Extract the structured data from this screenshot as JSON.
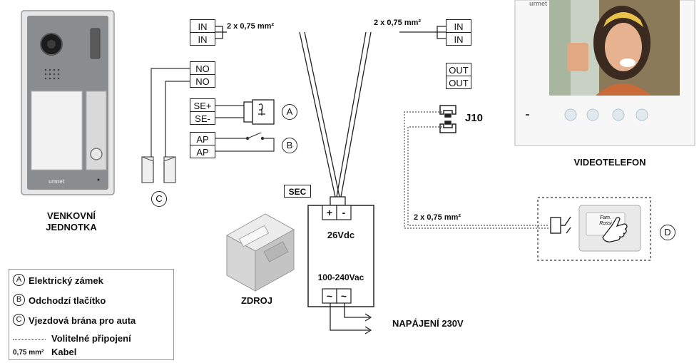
{
  "outdoor_unit": {
    "brand": "urmet",
    "label_line1": "VENKOVNÍ",
    "label_line2": "JEDNOTKA"
  },
  "outdoor_terminals": {
    "in": [
      "IN",
      "IN"
    ],
    "no": [
      "NO",
      "NO"
    ],
    "se": [
      "SE+",
      "SE-"
    ],
    "ap": [
      "AP",
      "AP"
    ]
  },
  "markers": {
    "a": "A",
    "b": "B",
    "c": "C",
    "d": "D",
    "j10": "J10"
  },
  "cable_left": "2 x 0,75 mm²",
  "cable_right": "2 x 0,75 mm²",
  "cable_bottom": "2 x 0,75 mm²",
  "monitor_terminals": {
    "in": [
      "IN",
      "IN"
    ],
    "out": [
      "OUT",
      "OUT"
    ]
  },
  "monitor": {
    "brand": "urmet",
    "label": "VIDEOTELEFON"
  },
  "power_supply": {
    "sec": "SEC",
    "plus": "+",
    "minus": "-",
    "output": "26Vdc",
    "input": "100-240Vac",
    "ac1": "~",
    "ac2": "~",
    "label": "ZDROJ",
    "mains": "NAPÁJENÍ 230V"
  },
  "button": {
    "text_line1": "Fam.",
    "text_line2": "Rossi"
  },
  "legend": {
    "a": "Elektrický zámek",
    "b": "Odchodzí tlačítko",
    "c": "Vjezdová brána pro auta",
    "optional": "Volitelné připojení",
    "cable_size": "0,75 mm²",
    "cable": "Kabel"
  }
}
